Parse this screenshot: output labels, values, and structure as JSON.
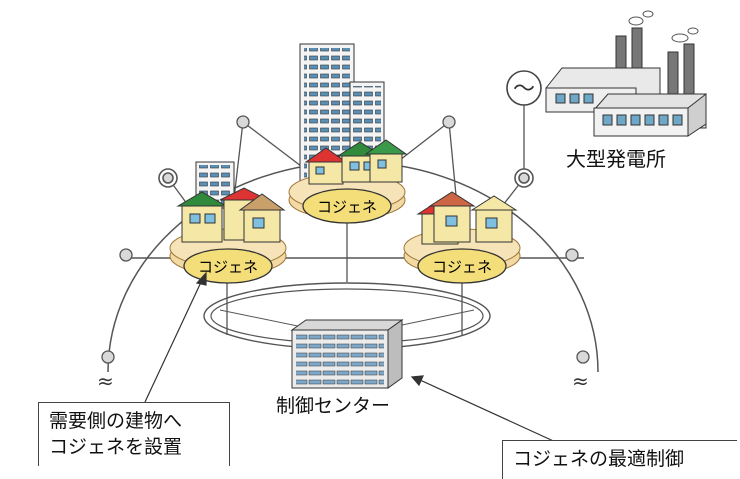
{
  "nodes": {
    "left": "コジェネ",
    "center": "コジェネ",
    "right": "コジェネ"
  },
  "labels": {
    "power_plant": "大型発電所",
    "control_center": "制御センター",
    "ac_symbol": "～",
    "break_left": "≈",
    "break_right": "≈"
  },
  "callouts": {
    "install_line1": "需要側の建物へ",
    "install_line2": "コジェネを設置",
    "optimal_control": "コジェネの最適制御"
  }
}
